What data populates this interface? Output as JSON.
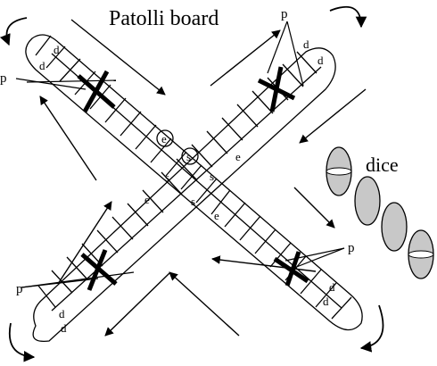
{
  "title": "Patolli board",
  "dice_label": "dice",
  "markers": {
    "p": "p",
    "d": "d",
    "s": "s",
    "e": "e"
  },
  "colors": {
    "ink": "#000000",
    "paper": "#ffffff",
    "dice_fill": "#c8c8c8"
  },
  "board": {
    "arms": 4,
    "circled_cells": [
      "e",
      "s"
    ]
  },
  "dice": {
    "count": 4
  }
}
